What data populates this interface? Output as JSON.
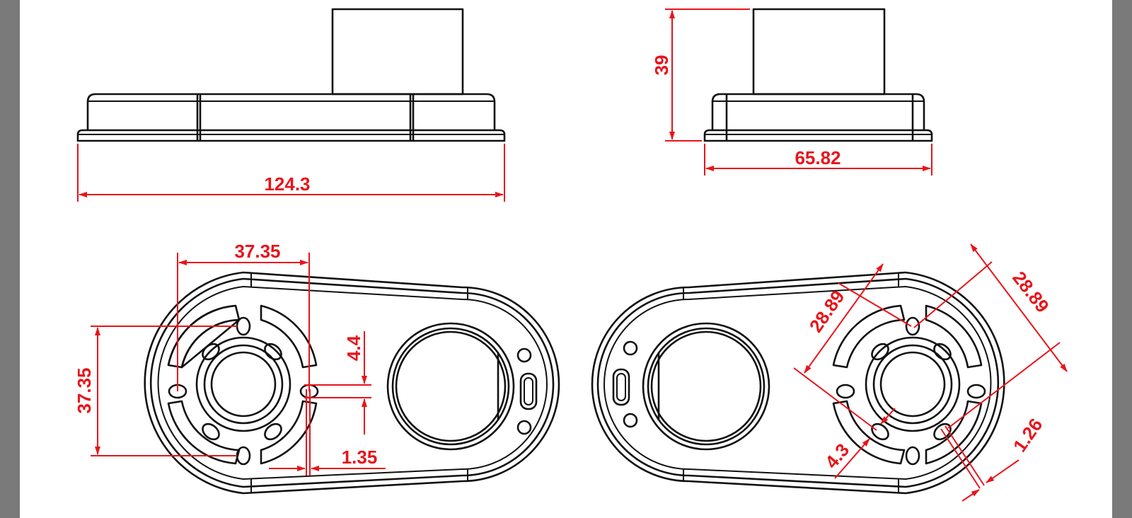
{
  "colors": {
    "outline": "#111111",
    "dimension": "#e8141b",
    "background": "#ffffff",
    "frame": "#7a7a7a"
  },
  "dimensions": {
    "front_width": "124.3",
    "side_width": "65.82",
    "side_height": "39",
    "bottom_hole_spacing_h": "37.35",
    "bottom_hole_spacing_v": "37.35",
    "bottom_slot_offset": "4.4",
    "bottom_slot_width": "1.35",
    "top_diag_spacing_a": "28.89",
    "top_diag_spacing_b": "28.89",
    "top_hole_dia": "4.3",
    "top_slot_width": "1.26"
  }
}
